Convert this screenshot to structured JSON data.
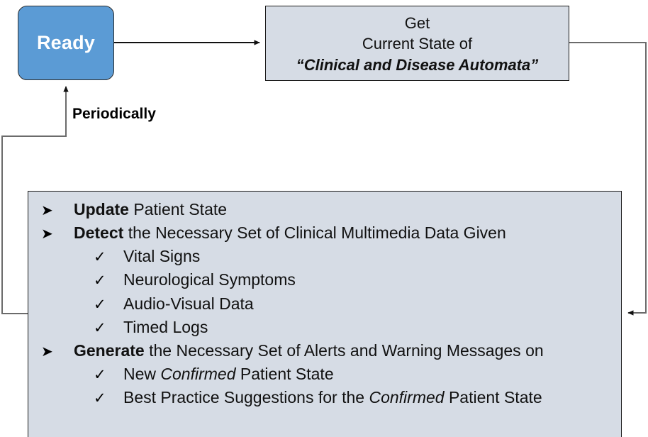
{
  "diagram": {
    "title": "Clinical Monitoring Periodic Loop",
    "colors": {
      "ready_fill": "#5b9bd5",
      "box_fill": "#d6dce5",
      "border": "#1a1a1a",
      "connector": "#595959",
      "text": "#111111",
      "ready_text": "#ffffff"
    }
  },
  "ready_node": {
    "label": "Ready",
    "shape": "rounded-rectangle"
  },
  "edges": {
    "periodically_label": "Periodically",
    "ready_to_getstate": "arrow-right",
    "getstate_to_actions": "arrow-right-down-left",
    "actions_to_ready": "arrow-left-up-right"
  },
  "get_state_box": {
    "lines": [
      {
        "text": "Get",
        "style": "plain"
      },
      {
        "text": "Current State of",
        "style": "plain"
      },
      {
        "text": "“Clinical and Disease Automata”",
        "style": "bold-italic"
      }
    ]
  },
  "actions_box": {
    "items": [
      {
        "level": 1,
        "glyph": "➤",
        "glyph_name": "arrow-bullet",
        "bold_prefix": "Update",
        "rest": " Patient State"
      },
      {
        "level": 1,
        "glyph": "➤",
        "glyph_name": "arrow-bullet",
        "bold_prefix": "Detect",
        "rest": " the Necessary Set of Clinical Multimedia Data Given"
      },
      {
        "level": 2,
        "glyph": "✓",
        "glyph_name": "check-bullet",
        "bold_prefix": "",
        "rest": "Vital Signs"
      },
      {
        "level": 2,
        "glyph": "✓",
        "glyph_name": "check-bullet",
        "bold_prefix": "",
        "rest": "Neurological Symptoms"
      },
      {
        "level": 2,
        "glyph": "✓",
        "glyph_name": "check-bullet",
        "bold_prefix": "",
        "rest": "Audio-Visual Data"
      },
      {
        "level": 2,
        "glyph": "✓",
        "glyph_name": "check-bullet",
        "bold_prefix": "",
        "rest": "Timed Logs"
      },
      {
        "level": 1,
        "glyph": "➤",
        "glyph_name": "arrow-bullet",
        "bold_prefix": "Generate",
        "rest": " the Necessary Set of Alerts and Warning Messages on"
      },
      {
        "level": 2,
        "glyph": "✓",
        "glyph_name": "check-bullet",
        "bold_prefix": "",
        "rest": "New ",
        "italic": "Confirmed",
        "rest2": " Patient State"
      },
      {
        "level": 2,
        "glyph": "✓",
        "glyph_name": "check-bullet",
        "bold_prefix": "",
        "rest": "Best Practice Suggestions for the ",
        "italic": "Confirmed",
        "rest2": " Patient State"
      }
    ]
  }
}
